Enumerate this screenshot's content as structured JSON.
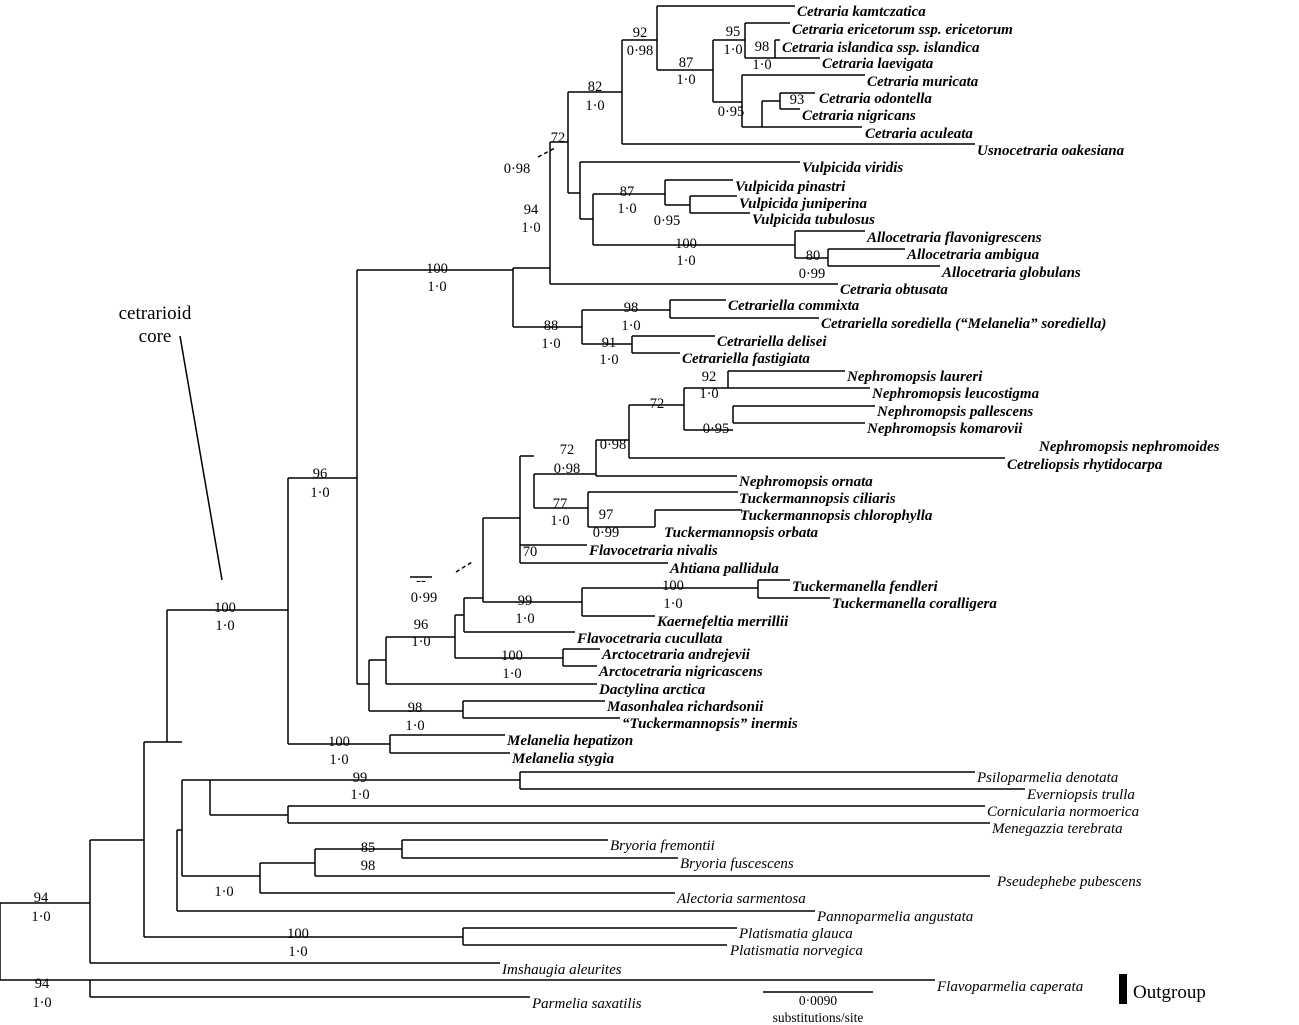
{
  "taxa": [
    {
      "name": "Cetraria kamtczatica",
      "style": "bold"
    },
    {
      "name": "Cetraria ericetorum ssp. ericetorum",
      "style": "bold"
    },
    {
      "name": "Cetraria islandica ssp. islandica",
      "style": "bold"
    },
    {
      "name": "Cetraria laevigata",
      "style": "bold"
    },
    {
      "name": "Cetraria muricata",
      "style": "bold"
    },
    {
      "name": "Cetraria odontella",
      "style": "bold"
    },
    {
      "name": "Cetraria nigricans",
      "style": "bold"
    },
    {
      "name": "Cetraria aculeata",
      "style": "bold"
    },
    {
      "name": "Usnocetraria oakesiana",
      "style": "bold"
    },
    {
      "name": "Vulpicida viridis",
      "style": "bold"
    },
    {
      "name": "Vulpicida pinastri",
      "style": "bold"
    },
    {
      "name": "Vulpicida juniperina",
      "style": "bold"
    },
    {
      "name": "Vulpicida tubulosus",
      "style": "bold"
    },
    {
      "name": "Allocetraria flavonigrescens",
      "style": "bold"
    },
    {
      "name": "Allocetraria ambigua",
      "style": "bold"
    },
    {
      "name": "Allocetraria globulans",
      "style": "bold"
    },
    {
      "name": "Cetraria obtusata",
      "style": "bold"
    },
    {
      "name": "Cetrariella commixta",
      "style": "bold"
    },
    {
      "name": "Cetrariella sorediella (“Melanelia” sorediella)",
      "style": "bold"
    },
    {
      "name": "Cetrariella delisei",
      "style": "bold"
    },
    {
      "name": "Cetrariella fastigiata",
      "style": "bold"
    },
    {
      "name": "Nephromopsis laureri",
      "style": "bold"
    },
    {
      "name": "Nephromopsis leucostigma",
      "style": "bold"
    },
    {
      "name": "Nephromopsis pallescens",
      "style": "bold"
    },
    {
      "name": "Nephromopsis komarovii",
      "style": "bold"
    },
    {
      "name": "Nephromopsis nephromoides",
      "style": "bold"
    },
    {
      "name": "Cetreliopsis rhytidocarpa",
      "style": "bold"
    },
    {
      "name": "Nephromopsis ornata",
      "style": "bold"
    },
    {
      "name": "Tuckermannopsis ciliaris",
      "style": "bold"
    },
    {
      "name": "Tuckermannopsis chlorophylla",
      "style": "bold"
    },
    {
      "name": "Tuckermannopsis orbata",
      "style": "bold"
    },
    {
      "name": "Flavocetraria nivalis",
      "style": "bold"
    },
    {
      "name": "Ahtiana pallidula",
      "style": "bold"
    },
    {
      "name": "Tuckermanella fendleri",
      "style": "bold"
    },
    {
      "name": "Tuckermanella coralligera",
      "style": "bold"
    },
    {
      "name": "Kaernefeltia merrillii",
      "style": "bold"
    },
    {
      "name": "Flavocetraria cucullata",
      "style": "bold"
    },
    {
      "name": "Arctocetraria andrejevii",
      "style": "bold"
    },
    {
      "name": "Arctocetraria nigricascens",
      "style": "bold"
    },
    {
      "name": "Dactylina arctica",
      "style": "bold"
    },
    {
      "name": "Masonhalea richardsonii",
      "style": "bold"
    },
    {
      "name": "“Tuckermannopsis” inermis",
      "style": "bold"
    },
    {
      "name": "Melanelia hepatizon",
      "style": "bold"
    },
    {
      "name": "Melanelia stygia",
      "style": "bold"
    },
    {
      "name": "Psiloparmelia denotata",
      "style": "italic"
    },
    {
      "name": "Everniopsis trulla",
      "style": "italic"
    },
    {
      "name": "Cornicularia normoerica",
      "style": "italic"
    },
    {
      "name": "Menegazzia terebrata",
      "style": "italic"
    },
    {
      "name": "Bryoria fremontii",
      "style": "italic"
    },
    {
      "name": "Bryoria fuscescens",
      "style": "italic"
    },
    {
      "name": "Pseudephebe pubescens",
      "style": "italic"
    },
    {
      "name": "Alectoria sarmentosa",
      "style": "italic"
    },
    {
      "name": "Pannoparmelia angustata",
      "style": "italic"
    },
    {
      "name": "Platismatia glauca",
      "style": "italic"
    },
    {
      "name": "Platismatia norvegica",
      "style": "italic"
    },
    {
      "name": "Imshaugia aleurites",
      "style": "italic"
    },
    {
      "name": "Flavoparmelia caperata",
      "style": "italic"
    },
    {
      "name": "Parmelia saxatilis",
      "style": "italic"
    }
  ],
  "support_labels": [
    "92",
    "0·98",
    "95",
    "1·0",
    "98",
    "1·0",
    "87",
    "1·0",
    "93",
    "0·95",
    "82",
    "1·0",
    "72",
    "0·98",
    "87",
    "1·0",
    "0·95",
    "100",
    "1·0",
    "80",
    "0·99",
    "94",
    "1·0",
    "100",
    "1·0",
    "98",
    "1·0",
    "91",
    "1·0",
    "88",
    "1·0",
    "92",
    "1·0",
    "0·95",
    "72",
    "0·98",
    "72",
    "0·98",
    "77",
    "1·0",
    "97",
    "0·99",
    "70",
    "--",
    "0·99",
    "100",
    "1·0",
    "99",
    "1·0",
    "96",
    "1·0",
    "100",
    "1·0",
    "98",
    "1·0",
    "96",
    "1·0",
    "100",
    "1·0",
    "100",
    "1·0",
    "99",
    "1·0",
    "85",
    "98",
    "1·0",
    "100",
    "1·0",
    "94",
    "1·0",
    "94",
    "1·0"
  ],
  "clade_label": {
    "line1": "cetrarioid",
    "line2": "core"
  },
  "outgroup_label": "Outgroup",
  "scale_bar": {
    "value": "0·0090",
    "unit": "substitutions/site"
  }
}
